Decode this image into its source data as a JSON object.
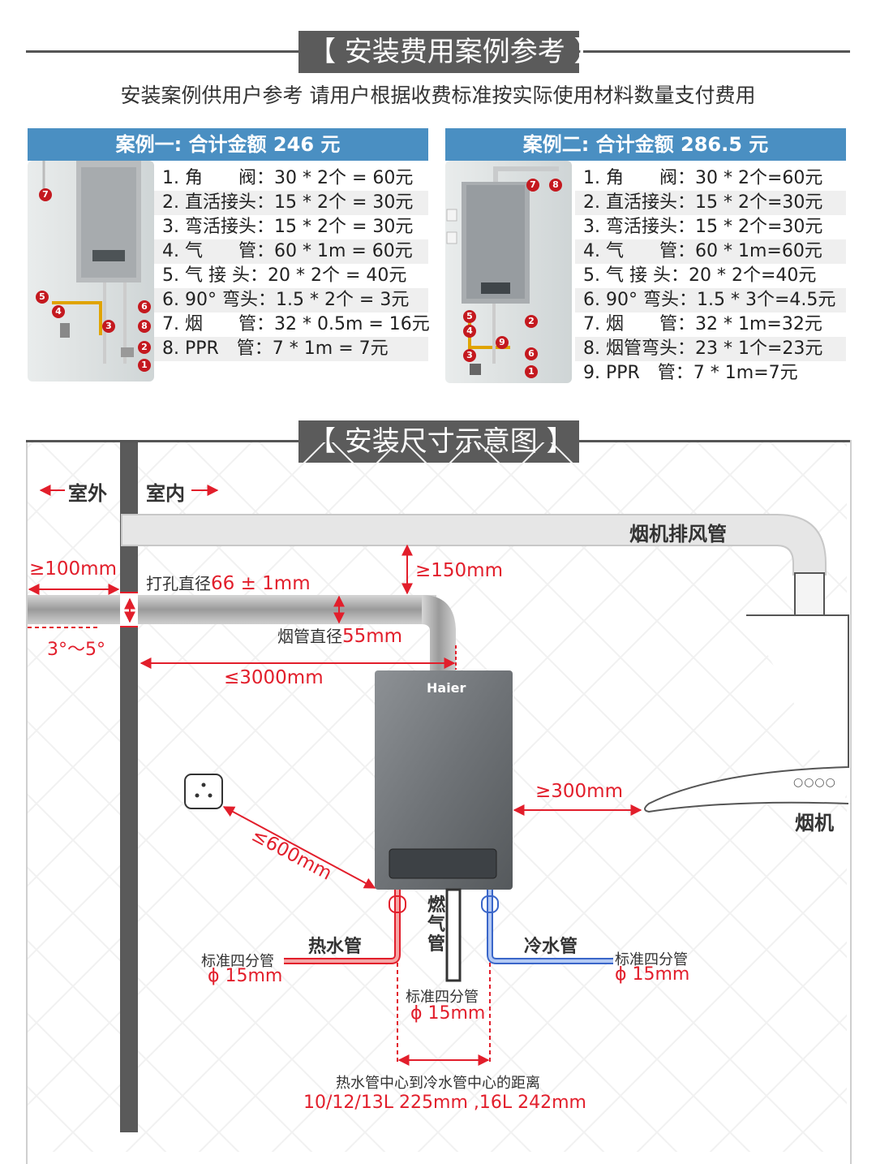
{
  "section1": {
    "title": "【 安装费用案例参考 】",
    "subtitle": "安装案例供用户参考 请用户根据收费标准按实际使用材料数量支付费用"
  },
  "case1": {
    "header": "案例一: 合计金额 246 元",
    "items": [
      "1. 角　　阀：30 * 2个 = 60元",
      "2. 直活接头：15 * 2个 = 30元",
      "3. 弯活接头：15 * 2个 = 30元",
      "4. 气　　管：60 * 1m = 60元",
      "5. 气 接 头：20 * 2个 = 40元",
      "6. 90° 弯头：1.5 * 2个 = 3元",
      "7. 烟　　管：32 * 0.5m = 16元",
      "8. PPR　管：7 * 1m = 7元"
    ],
    "badges": [
      "7",
      "5",
      "4",
      "3",
      "6",
      "8",
      "2",
      "1"
    ]
  },
  "case2": {
    "header": "案例二: 合计金额 286.5 元",
    "items": [
      "1. 角　　阀：30 * 2个=60元",
      "2. 直活接头：15 * 2个=30元",
      "3. 弯活接头：15 * 2个=30元",
      "4. 气　　管：60 * 1m=60元",
      "5. 气 接 头：20 * 2个=40元",
      "6. 90° 弯头：1.5 * 3个=4.5元",
      "7. 烟　　管：32 * 1m=32元",
      "8. 烟管弯头：23 * 1个=23元",
      "9. PPR　管：7 * 1m=7元"
    ],
    "badges": [
      "7",
      "8",
      "5",
      "4",
      "2",
      "9",
      "3",
      "6",
      "1"
    ]
  },
  "section2": {
    "title": "【 安装尺寸示意图 】"
  },
  "diagram": {
    "outdoor": "室外",
    "indoor": "室内",
    "exhaust_pipe": "烟机排风管",
    "dim_100": "≥100mm",
    "hole_label": "打孔直径",
    "hole_value": "66 ± 1mm",
    "dim_150": "≥150mm",
    "flue_label": "烟管直径",
    "flue_value": "55mm",
    "angle": "3°～5°",
    "dim_3000": "≤3000mm",
    "brand": "Haier",
    "dim_300": "≥300mm",
    "hood": "烟机",
    "dim_600": "≤600mm",
    "gas_pipe": "燃气管",
    "hot_pipe": "热水管",
    "cold_pipe": "冷水管",
    "pipe_std": "标准四分管",
    "pipe_size": "ϕ 15mm",
    "distance_label": "热水管中心到冷水管中心的距离",
    "distance_value": "10/12/13L 225mm ,16L 242mm",
    "hood_buttons": "○○○○"
  },
  "colors": {
    "accent_red": "#e21e2b",
    "case_header_blue": "#4a8fc2",
    "title_bg": "#5b5b5b",
    "hot_pipe": "#f08a8a",
    "cold_pipe": "#9ab8f0"
  }
}
